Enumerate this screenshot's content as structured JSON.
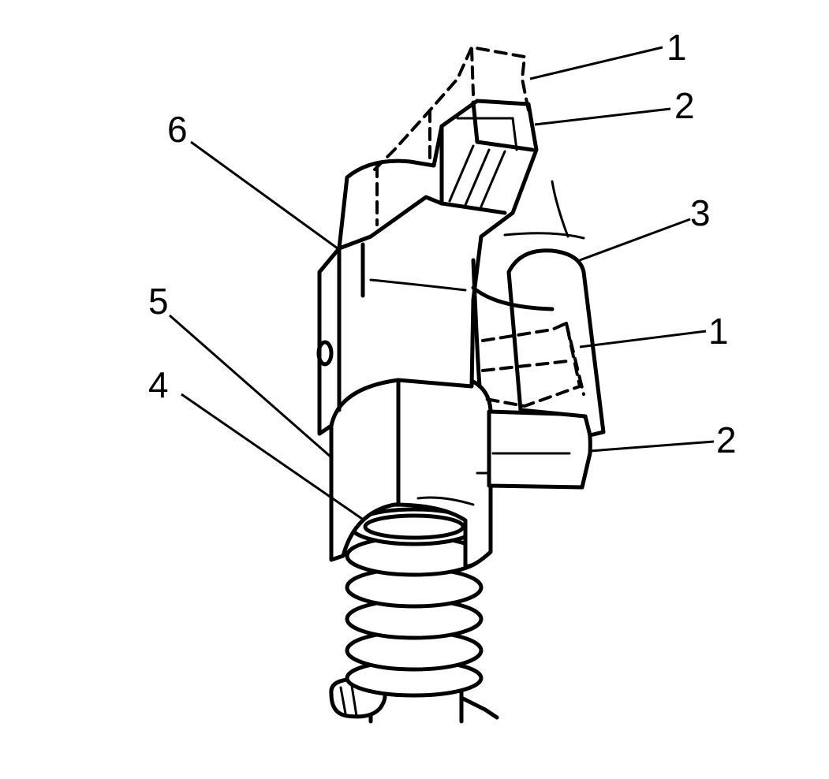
{
  "callouts": [
    {
      "id": "c1a",
      "label": "1"
    },
    {
      "id": "c2a",
      "label": "2"
    },
    {
      "id": "c3",
      "label": "3"
    },
    {
      "id": "c1b",
      "label": "1"
    },
    {
      "id": "c2b",
      "label": "2"
    },
    {
      "id": "c4",
      "label": "4"
    },
    {
      "id": "c5",
      "label": "5"
    },
    {
      "id": "c6",
      "label": "6"
    }
  ]
}
